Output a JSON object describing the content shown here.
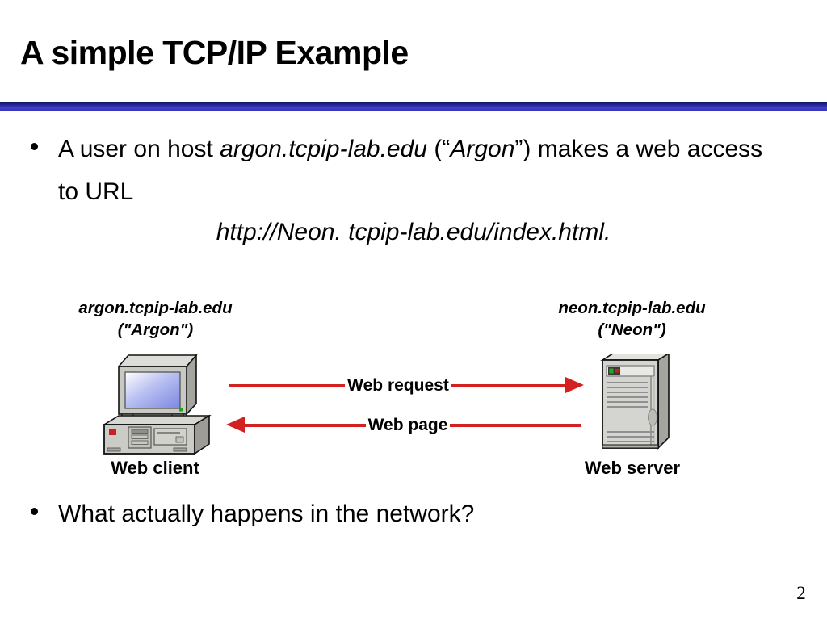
{
  "slide": {
    "title": "A simple TCP/IP Example",
    "page_number": "2"
  },
  "bullets": {
    "b1": {
      "seg_plain1": "A user on host ",
      "seg_italic1": "argon.tcpip-lab.edu",
      "seg_plain2": " (“",
      "seg_italic2": "Argon",
      "seg_plain3": "”) makes a web access to URL",
      "url_line": "http://Neon. tcpip-lab.edu/index.html."
    },
    "b2": {
      "text": "What actually happens in the network?"
    }
  },
  "diagram": {
    "client": {
      "hostname": "argon.tcpip-lab.edu",
      "alias": "(\"Argon\")",
      "caption": "Web client"
    },
    "server": {
      "hostname": "neon.tcpip-lab.edu",
      "alias": "(\"Neon\")",
      "caption": "Web server"
    },
    "arrows": {
      "request_label": "Web request",
      "response_label": "Web page",
      "color": "#d32020"
    }
  },
  "colors": {
    "background": "#ffffff",
    "text": "#000000",
    "divider_dark": "#15155c",
    "divider_bright": "#4040cd",
    "arrow_red": "#d32020",
    "screen_blue": "#7d86e0"
  }
}
